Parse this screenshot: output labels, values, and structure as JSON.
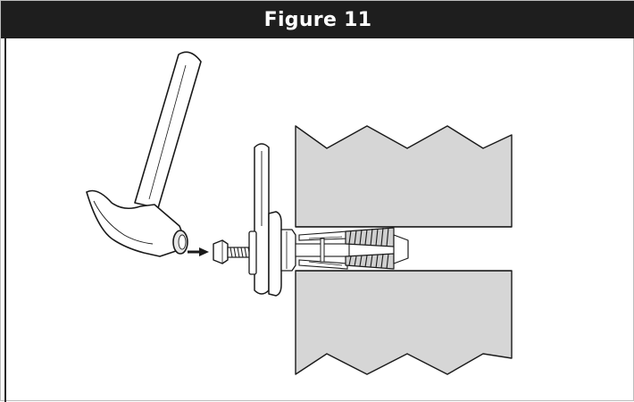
{
  "header": {
    "title": "Figure 11"
  },
  "illustration": {
    "colors": {
      "header_background": "#1e1e1e",
      "wall_fill": "#d6d6d6",
      "line": "#1a1a1a",
      "part_fill": "#ffffff",
      "part_shade": "#cfcfcf"
    },
    "parts": [
      "hammer",
      "arrow",
      "hex-bolt",
      "mounting-bracket",
      "wall-anchor",
      "wall-section"
    ]
  }
}
